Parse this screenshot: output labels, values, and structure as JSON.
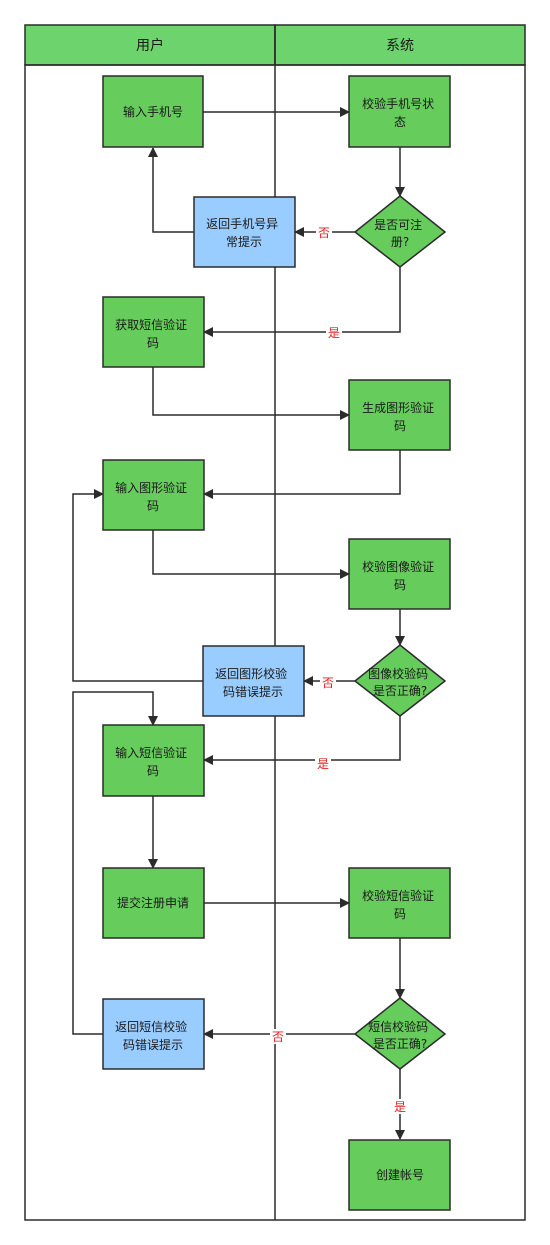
{
  "lanes": {
    "user": "用户",
    "system": "系统"
  },
  "colors": {
    "lane_header": "#6dd36d",
    "green_node": "#66cc5c",
    "blue_node": "#99ccff",
    "stroke": "#2b2b2b",
    "label": "#e02020"
  },
  "nodes": {
    "input_phone": [
      "输入手机号"
    ],
    "check_phone_status": [
      "校验手机号状",
      "态"
    ],
    "can_register": [
      "是否可注",
      "册?"
    ],
    "phone_error": [
      "返回手机号异",
      "常提示"
    ],
    "get_sms_code": [
      "获取短信验证",
      "码"
    ],
    "generate_graphic_code": [
      "生成图形验证",
      "码"
    ],
    "input_graphic_code": [
      "输入图形验证",
      "码"
    ],
    "check_image_code": [
      "校验图像验证",
      "码"
    ],
    "image_code_correct": [
      "图像校验码",
      "是否正确?"
    ],
    "graphic_code_error": [
      "返回图形校验",
      "码错误提示"
    ],
    "input_sms_code": [
      "输入短信验证",
      "码"
    ],
    "submit_registration": [
      "提交注册申请"
    ],
    "check_sms_code": [
      "校验短信验证",
      "码"
    ],
    "sms_code_correct": [
      "短信校验码",
      "是否正确?"
    ],
    "sms_code_error": [
      "返回短信校验",
      "码错误提示"
    ],
    "create_account": [
      "创建帐号"
    ]
  },
  "edge_labels": {
    "no_1": "否",
    "yes_1": "是",
    "no_2": "否",
    "yes_2": "是",
    "no_3": "否",
    "yes_3": "是"
  }
}
